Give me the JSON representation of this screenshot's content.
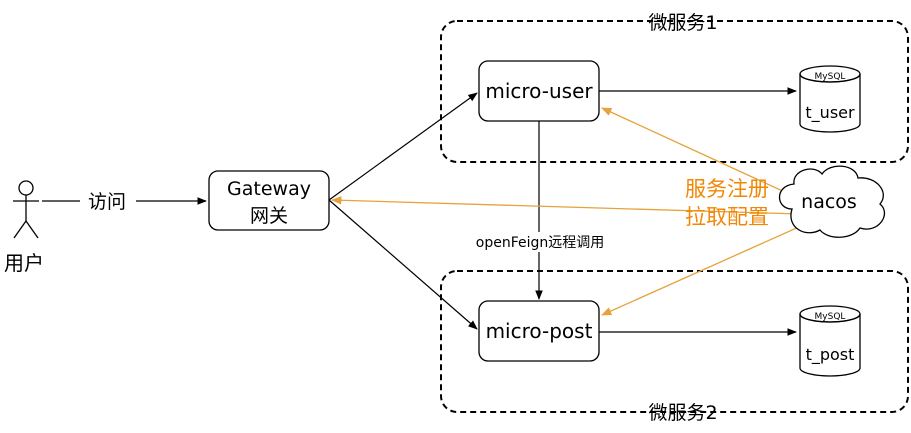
{
  "groups": {
    "service1": {
      "label": "微服务1"
    },
    "service2": {
      "label": "微服务2"
    }
  },
  "actor": {
    "label": "用户"
  },
  "edges": {
    "visit": "访问",
    "feign": "openFeign远程调用",
    "register_line1": "服务注册",
    "register_line2": "拉取配置"
  },
  "nodes": {
    "gateway": {
      "line1": "Gateway",
      "line2": "网关"
    },
    "micro_user": "micro-user",
    "micro_post": "micro-post",
    "nacos": "nacos"
  },
  "databases": {
    "user_db": {
      "type": "MySQL",
      "table": "t_user"
    },
    "post_db": {
      "type": "MySQL",
      "table": "t_post"
    }
  },
  "colors": {
    "accent": "#F08705",
    "orange_line": "#E6A23C",
    "stroke": "#000000"
  }
}
